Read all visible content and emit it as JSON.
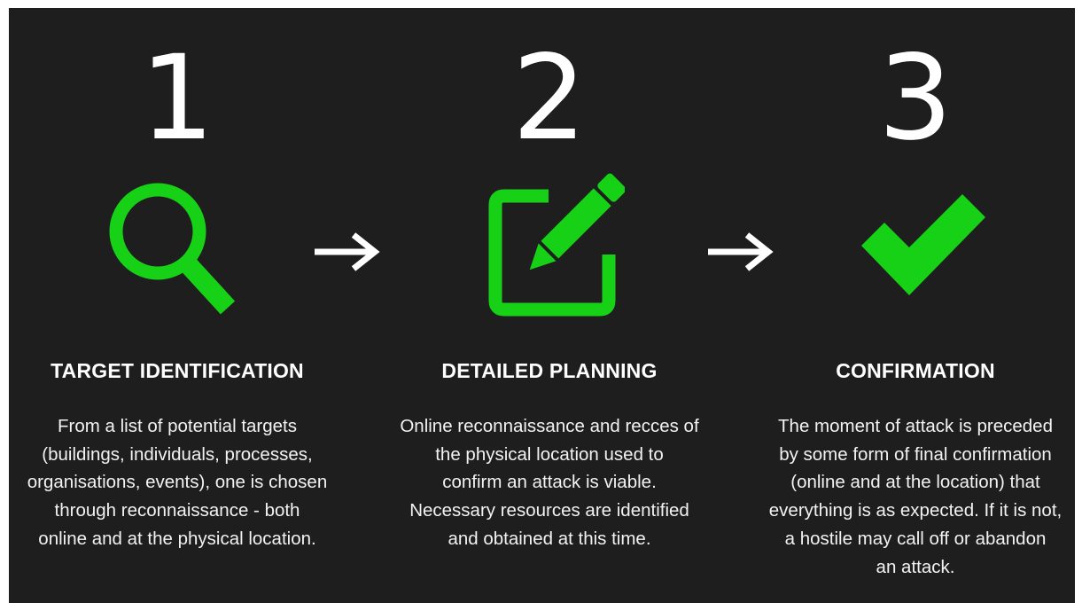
{
  "colors": {
    "background": "#1e1e1e",
    "accent": "#17d117",
    "text": "#ffffff"
  },
  "steps": [
    {
      "number": "1",
      "icon": "search-icon",
      "title": "TARGET IDENTIFICATION",
      "description": "From a list of potential targets\n(buildings, individuals, processes,\norganisations, events), one is chosen\nthrough reconnaissance - both\nonline and at the physical location."
    },
    {
      "number": "2",
      "icon": "edit-icon",
      "title": "DETAILED PLANNING",
      "description": "Online reconnaissance and recces of\nthe physical location used to\nconfirm an attack is viable.\nNecessary resources are identified\nand obtained at this time."
    },
    {
      "number": "3",
      "icon": "checkmark-icon",
      "title": "CONFIRMATION",
      "description": "The moment of attack is preceded\nby some form of final confirmation\n(online and at the location) that\neverything is as expected. If it is not,\na hostile may call off or abandon\nan attack."
    }
  ],
  "connectors": [
    "arrow-right-icon",
    "arrow-right-icon"
  ]
}
